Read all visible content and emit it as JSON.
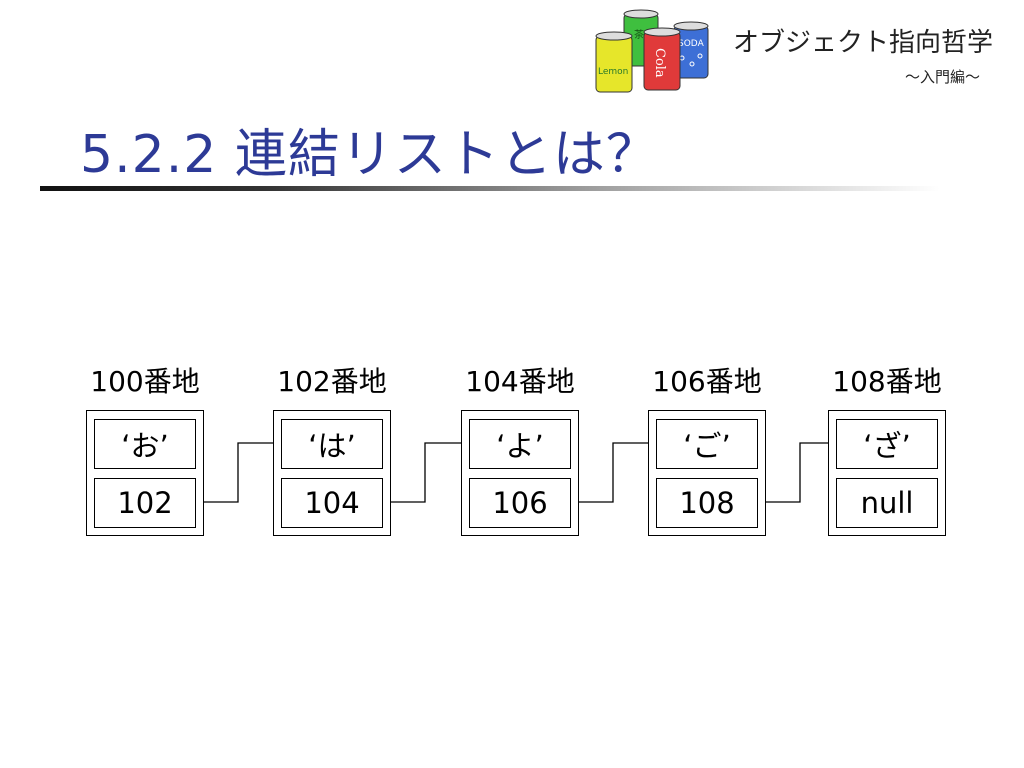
{
  "header": {
    "course_title": "オブジェクト指向哲学",
    "course_subtitle": "～入門編～",
    "logo_cans": [
      "Lemon",
      "Cola",
      "SODA",
      "茶"
    ]
  },
  "slide": {
    "title": "5.2.2 連結リストとは？"
  },
  "linked_list": {
    "nodes": [
      {
        "address": "100番地",
        "data": "‘お’",
        "next": "102"
      },
      {
        "address": "102番地",
        "data": "‘は’",
        "next": "104"
      },
      {
        "address": "104番地",
        "data": "‘よ’",
        "next": "106"
      },
      {
        "address": "106番地",
        "data": "‘ご’",
        "next": "108"
      },
      {
        "address": "108番地",
        "data": "‘ざ’",
        "next": "null"
      }
    ]
  }
}
